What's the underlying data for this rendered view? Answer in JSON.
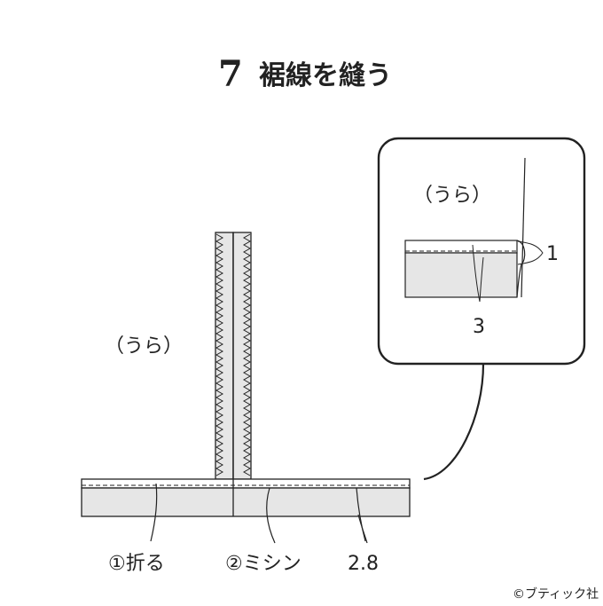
{
  "title": {
    "number": "7",
    "text": "裾線を縫う"
  },
  "main": {
    "side_label": "（うら）",
    "labels": {
      "fold": "①折る",
      "sew": "②ミシン",
      "measure": "2.8"
    }
  },
  "detail": {
    "side_label": "（うら）",
    "measure_small": "1",
    "measure_large": "3"
  },
  "copyright": "©ブティック社",
  "colors": {
    "fabric_fill": "#e6e6e6",
    "line": "#222222",
    "background": "#ffffff"
  }
}
